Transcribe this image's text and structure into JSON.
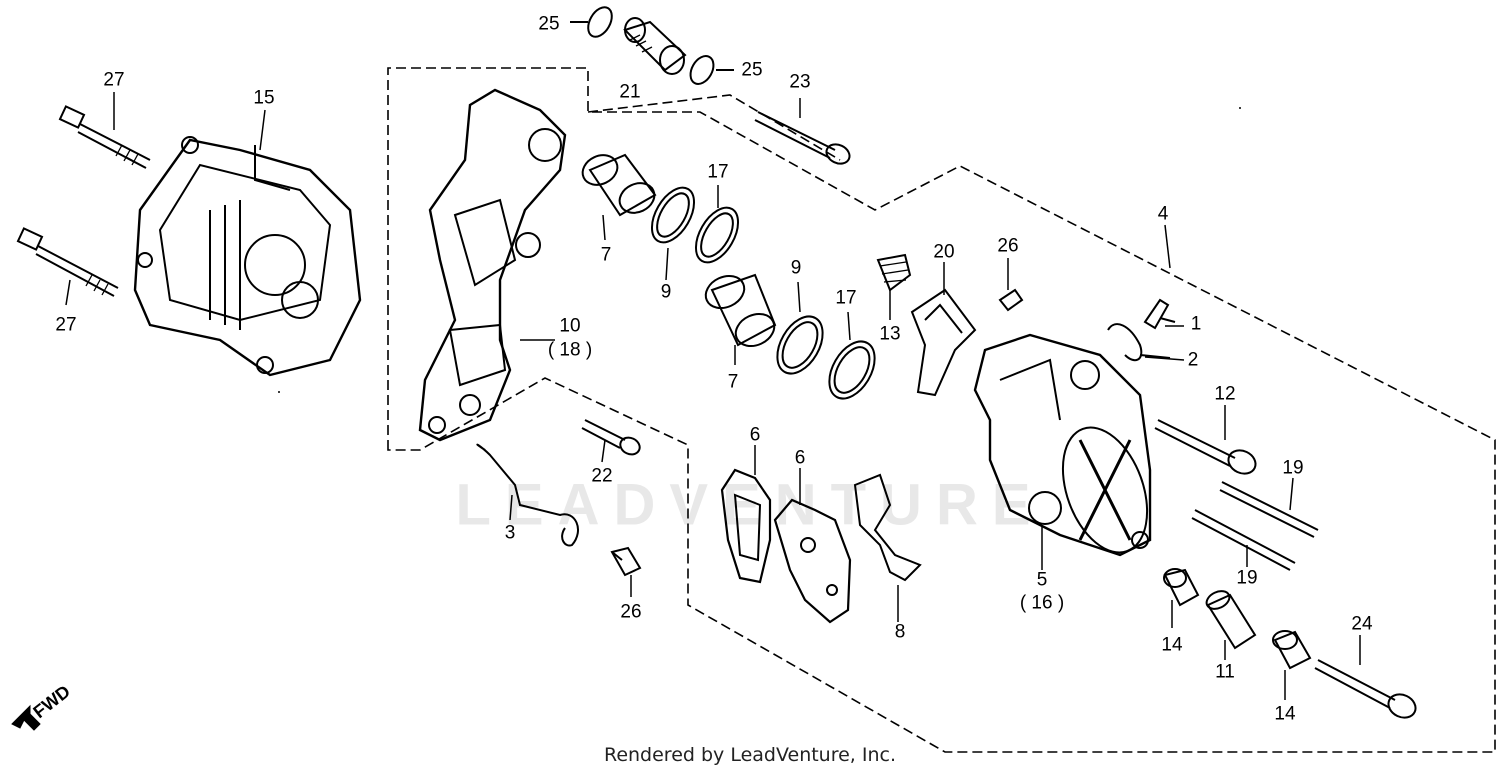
{
  "diagram": {
    "watermark": "LEADVENTURE",
    "footer": "Rendered by LeadVenture, Inc.",
    "fwd_label": "FWD",
    "callouts": [
      {
        "id": "c25a",
        "label": "25"
      },
      {
        "id": "c21",
        "label": "21"
      },
      {
        "id": "c25b",
        "label": "25"
      },
      {
        "id": "c27a",
        "label": "27"
      },
      {
        "id": "c15",
        "label": "15"
      },
      {
        "id": "c23",
        "label": "23"
      },
      {
        "id": "c27b",
        "label": "27"
      },
      {
        "id": "c7a",
        "label": "7"
      },
      {
        "id": "c9a",
        "label": "9"
      },
      {
        "id": "c17a",
        "label": "17"
      },
      {
        "id": "c4",
        "label": "4"
      },
      {
        "id": "c26a",
        "label": "26"
      },
      {
        "id": "c20",
        "label": "20"
      },
      {
        "id": "c9b",
        "label": "9"
      },
      {
        "id": "c17b",
        "label": "17"
      },
      {
        "id": "c13",
        "label": "13"
      },
      {
        "id": "c1",
        "label": "1"
      },
      {
        "id": "c10",
        "label": "10"
      },
      {
        "id": "c18",
        "label": "( 18 )"
      },
      {
        "id": "c2",
        "label": "2"
      },
      {
        "id": "c7b",
        "label": "7"
      },
      {
        "id": "c12",
        "label": "12"
      },
      {
        "id": "c6a",
        "label": "6"
      },
      {
        "id": "c6b",
        "label": "6"
      },
      {
        "id": "c22",
        "label": "22"
      },
      {
        "id": "c19a",
        "label": "19"
      },
      {
        "id": "c3",
        "label": "3"
      },
      {
        "id": "c5",
        "label": "5"
      },
      {
        "id": "c16",
        "label": "( 16 )"
      },
      {
        "id": "c19b",
        "label": "19"
      },
      {
        "id": "c26b",
        "label": "26"
      },
      {
        "id": "c8",
        "label": "8"
      },
      {
        "id": "c14a",
        "label": "14"
      },
      {
        "id": "c11",
        "label": "11"
      },
      {
        "id": "c24",
        "label": "24"
      },
      {
        "id": "c14b",
        "label": "14"
      }
    ]
  }
}
